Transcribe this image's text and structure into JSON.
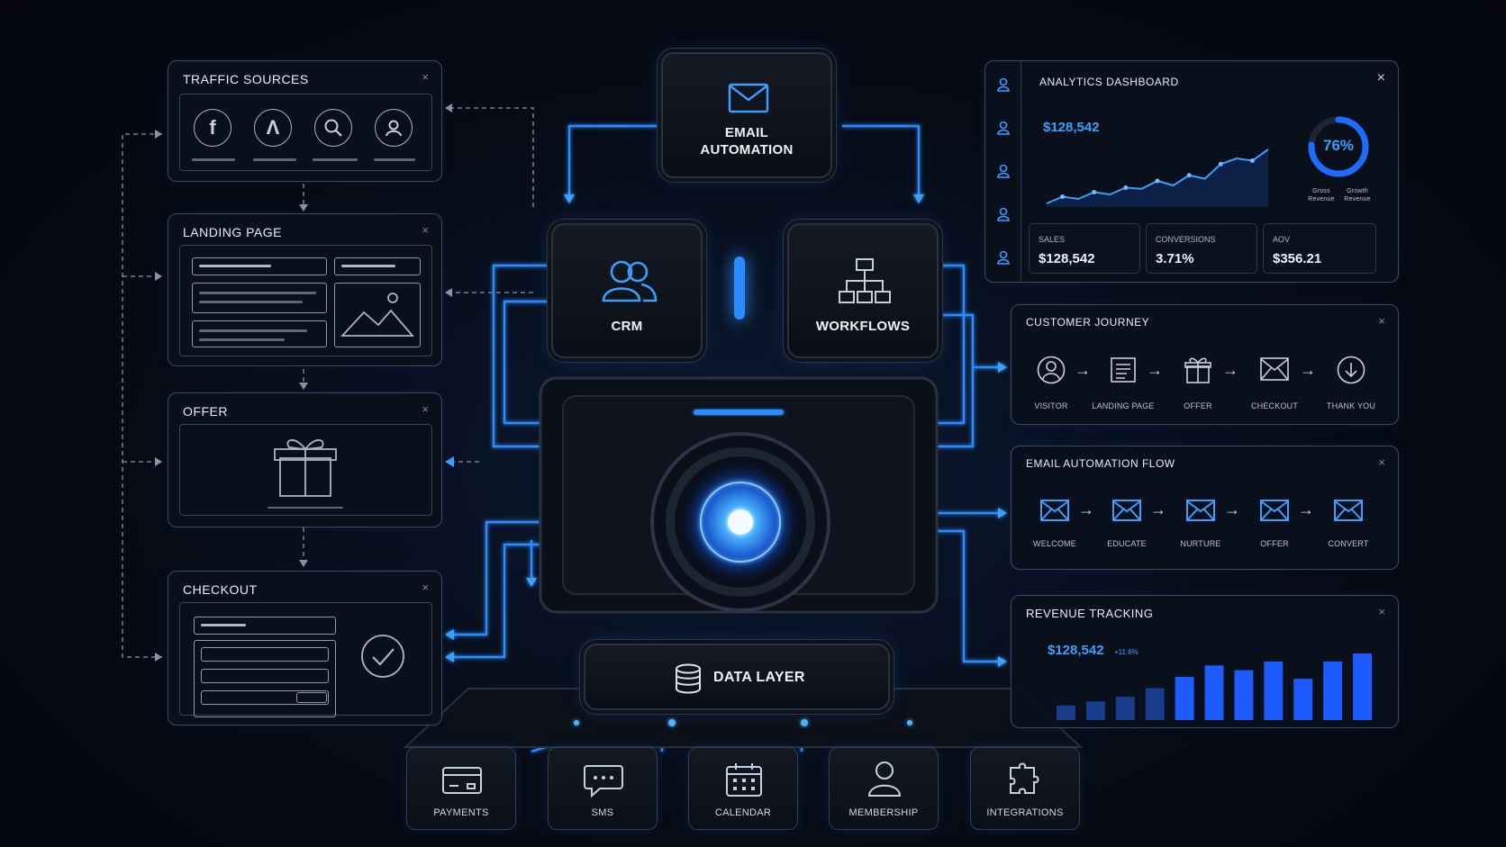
{
  "traffic_sources": {
    "title": "TRAFFIC SOURCES",
    "close": "×"
  },
  "landing_page": {
    "title": "LANDING PAGE",
    "close": "×"
  },
  "offer": {
    "title": "OFFER",
    "close": "×"
  },
  "checkout": {
    "title": "CHECKOUT",
    "close": "×"
  },
  "modules": {
    "email_automation": "EMAIL\nAUTOMATION",
    "crm": "CRM",
    "workflows": "WORKFLOWS",
    "data_layer": "DATA LAYER"
  },
  "analytics": {
    "title": "ANALYTICS DASHBOARD",
    "close": "×",
    "headline_value": "$128,542",
    "gauge_value": "76%",
    "gauge_fraction": 0.76,
    "gauge_left_label": "Gross\nRevenue",
    "gauge_right_label": "Growth\nRevenue",
    "sparkline": [
      20,
      26,
      24,
      30,
      28,
      34,
      33,
      40,
      36,
      45,
      42,
      55,
      60,
      58,
      68
    ],
    "metrics": [
      {
        "label": "SALES",
        "value": "$128,542"
      },
      {
        "label": "CONVERSIONS",
        "value": "3.71%"
      },
      {
        "label": "AOV",
        "value": "$356.21"
      }
    ]
  },
  "customer_journey": {
    "title": "CUSTOMER JOURNEY",
    "close": "×",
    "steps": [
      "VISITOR",
      "LANDING PAGE",
      "OFFER",
      "CHECKOUT",
      "THANK YOU"
    ]
  },
  "email_flow": {
    "title": "EMAIL AUTOMATION FLOW",
    "close": "×",
    "steps": [
      "WELCOME",
      "EDUCATE",
      "NURTURE",
      "OFFER",
      "CONVERT"
    ]
  },
  "revenue": {
    "title": "REVENUE TRACKING",
    "close": "×",
    "value": "$128,542",
    "delta": "+11.6%",
    "bars": [
      0.22,
      0.28,
      0.35,
      0.48,
      0.65,
      0.82,
      0.75,
      0.88,
      0.62,
      0.88,
      1.0
    ]
  },
  "bottom_modules": [
    "PAYMENTS",
    "SMS",
    "CALENDAR",
    "MEMBERSHIP",
    "INTEGRATIONS"
  ],
  "colors": {
    "accent": "#1e6bff",
    "glow": "#3aa0ff",
    "panel_border": "#3c4a5e"
  }
}
